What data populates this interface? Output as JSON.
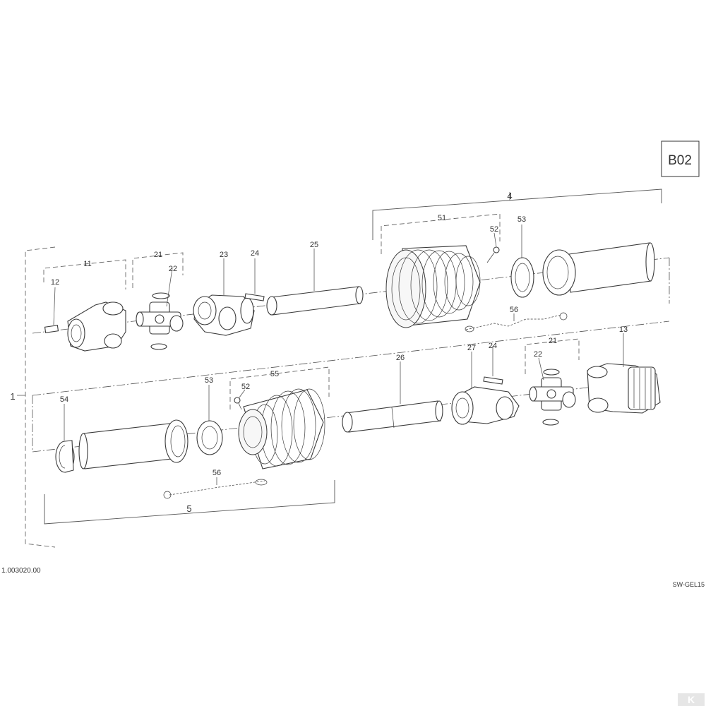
{
  "page_badge": "B02",
  "drawing_number": "1.003020.00",
  "drawing_code": "SW-GEL15",
  "callouts": {
    "assembly": "1",
    "half_a": "4",
    "half_b": "5",
    "yoke_a": "11",
    "grease_nipple": "12",
    "yoke_b": "13",
    "cross_kit_a": "21",
    "cross_kit_b": "21",
    "circlip_a": "22",
    "circlip_b": "22",
    "inner_yoke_a": "23",
    "spring_pin_a": "24",
    "spring_pin_b": "24",
    "tube_a": "25",
    "tube_b": "26",
    "inner_yoke_b": "27",
    "guard_a": "51",
    "screw_a": "52",
    "screw_b": "52",
    "bearing_ring_a": "53",
    "bearing_ring_b": "53",
    "end_cap": "54",
    "guard_b": "55",
    "chain_a": "56",
    "chain_b": "56"
  },
  "logo_text": "K"
}
